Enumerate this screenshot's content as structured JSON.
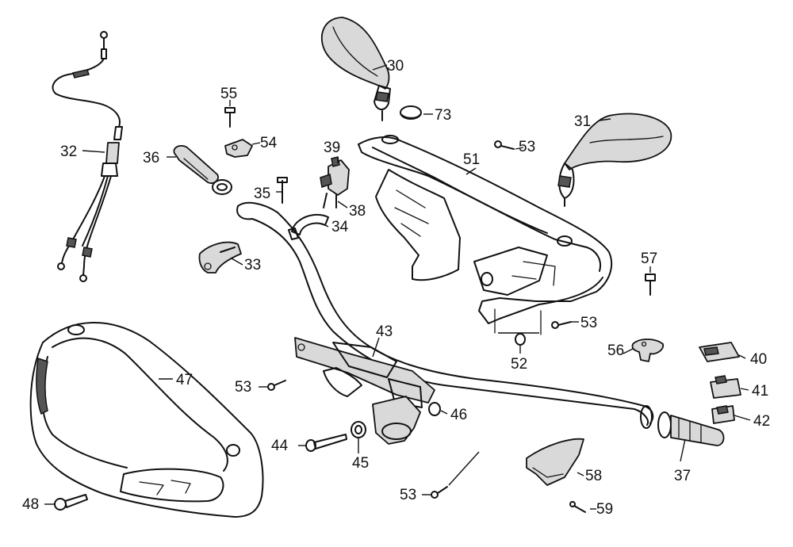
{
  "parts": [
    {
      "id": "p30",
      "number": "30"
    },
    {
      "id": "p31",
      "number": "31"
    },
    {
      "id": "p32",
      "number": "32"
    },
    {
      "id": "p33",
      "number": "33"
    },
    {
      "id": "p34",
      "number": "34"
    },
    {
      "id": "p35",
      "number": "35"
    },
    {
      "id": "p36",
      "number": "36"
    },
    {
      "id": "p37",
      "number": "37"
    },
    {
      "id": "p38",
      "number": "38"
    },
    {
      "id": "p39",
      "number": "39"
    },
    {
      "id": "p40",
      "number": "40"
    },
    {
      "id": "p41",
      "number": "41"
    },
    {
      "id": "p42",
      "number": "42"
    },
    {
      "id": "p43",
      "number": "43"
    },
    {
      "id": "p44",
      "number": "44"
    },
    {
      "id": "p45",
      "number": "45"
    },
    {
      "id": "p46",
      "number": "46"
    },
    {
      "id": "p47",
      "number": "47"
    },
    {
      "id": "p48",
      "number": "48"
    },
    {
      "id": "p51",
      "number": "51"
    },
    {
      "id": "p52",
      "number": "52"
    },
    {
      "id": "p53a",
      "number": "53"
    },
    {
      "id": "p53b",
      "number": "53"
    },
    {
      "id": "p53c",
      "number": "53"
    },
    {
      "id": "p53d",
      "number": "53"
    },
    {
      "id": "p54",
      "number": "54"
    },
    {
      "id": "p55",
      "number": "55"
    },
    {
      "id": "p56",
      "number": "56"
    },
    {
      "id": "p57",
      "number": "57"
    },
    {
      "id": "p58",
      "number": "58"
    },
    {
      "id": "p59",
      "number": "59"
    },
    {
      "id": "p73",
      "number": "73"
    }
  ]
}
